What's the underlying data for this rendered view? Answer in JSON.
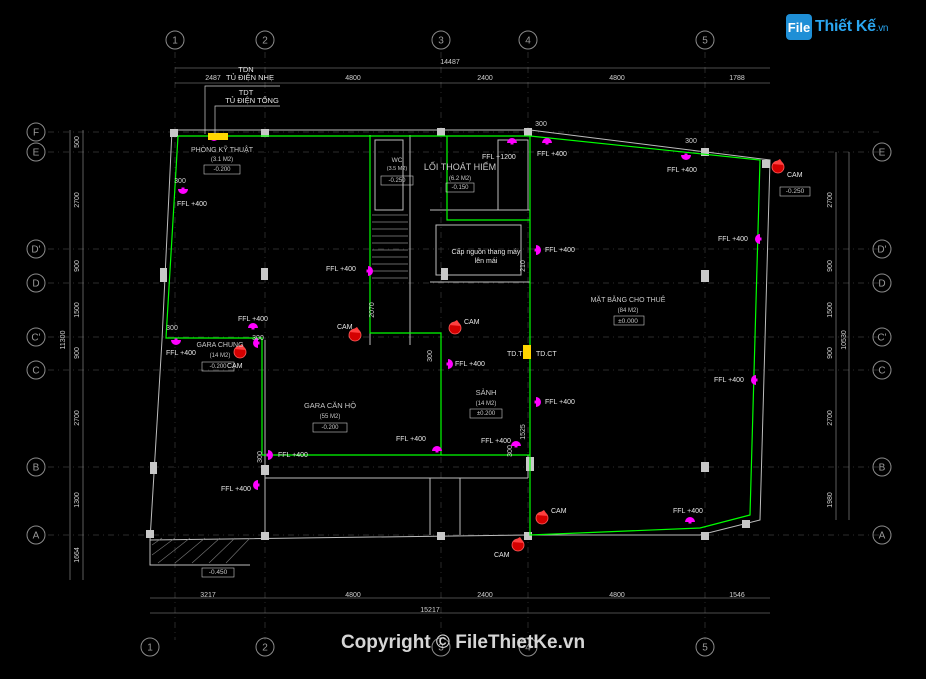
{
  "logo": {
    "badge": "File",
    "text": "Thiết Kế",
    "domain": ".vn"
  },
  "copyright": "Copyright © FileThietKe.vn",
  "grid": {
    "top": [
      "1",
      "2",
      "3",
      "4",
      "5"
    ],
    "bottom": [
      "1",
      "2",
      "3",
      "4",
      "5"
    ],
    "left": [
      "F",
      "E",
      "D'",
      "D",
      "C'",
      "C",
      "B",
      "A"
    ],
    "right": [
      "E",
      "D'",
      "D",
      "C'",
      "C",
      "B",
      "A"
    ]
  },
  "dims": {
    "top_total": "14487",
    "top": [
      "2487",
      "4800",
      "2400",
      "4800",
      "1788"
    ],
    "bottom_total": "15217",
    "bottom": [
      "3217",
      "4800",
      "2400",
      "4800",
      "1546"
    ],
    "left": [
      "500",
      "2700",
      "900",
      "1500",
      "900",
      "2700",
      "1300",
      "1664"
    ],
    "left_total": "11300",
    "right": [
      "2700",
      "900",
      "1500",
      "900",
      "2700",
      "1980"
    ],
    "right_total": "10530",
    "misc": [
      "2070",
      "300",
      "210",
      "1525",
      "300",
      "300",
      "300",
      "300",
      "300",
      "300",
      "300"
    ]
  },
  "leaders": {
    "ton": "TDN",
    "ton_desc": "TỦ ĐIỆN NHẸ",
    "tdt": "TDT",
    "tdt_desc": "TỦ ĐIỆN TỔNG"
  },
  "rooms": [
    {
      "name": "PHÒNG KỸ THUẬT",
      "area": "(3.1 M2)",
      "level": "-0.200"
    },
    {
      "name": "WC",
      "area": "(3.5 M2)",
      "level": "-0.250"
    },
    {
      "name": "LỐI THOÁT HIỂM",
      "area": "(6.2 M2)",
      "level": "-0.150"
    },
    {
      "name": "MẶT BẰNG CHO THUÊ",
      "area": "(84 M2)",
      "level": "±0.000"
    },
    {
      "name": "GARA CHUNG",
      "area": "(14 M2)",
      "level": "-0.200"
    },
    {
      "name": "GARA CĂN HỘ",
      "area": "(55 M2)",
      "level": "-0.200"
    },
    {
      "name": "SẢNH",
      "area": "(14 M2)",
      "level": "±0.200"
    }
  ],
  "levels_extra": [
    "-0.250",
    "-0.450"
  ],
  "note": "Cấp nguồn thang máy",
  "note2": "lên mái",
  "panel_labels": [
    "TD.T",
    "TD.CT"
  ],
  "ffl1200": "FFL +1200",
  "ffl": "FFL +400",
  "cam": "CAM",
  "colors": {
    "outline": "#00ff00",
    "device": "#ff00ff",
    "camera": "#d40000",
    "yellow": "#ffd700",
    "line": "#bdbdbd",
    "bubble": "#8a8a8a"
  }
}
